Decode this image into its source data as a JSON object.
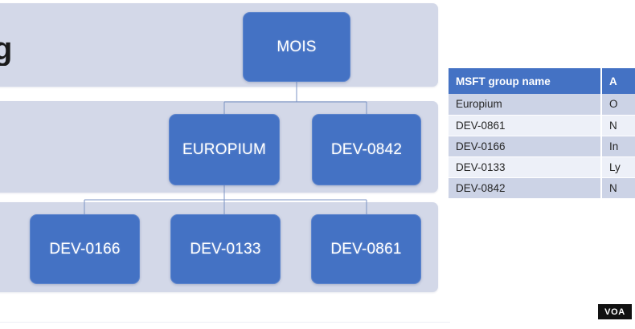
{
  "slide": {
    "partial_text_fragment": "g",
    "bands": [
      {
        "name": "tier-1-band"
      },
      {
        "name": "tier-2-band"
      },
      {
        "name": "tier-3-band"
      }
    ]
  },
  "org_chart": {
    "nodes": [
      {
        "id": "mois",
        "label": "MOIS",
        "tier": 1
      },
      {
        "id": "europium",
        "label": "EUROPIUM",
        "tier": 2
      },
      {
        "id": "dev0842",
        "label": "DEV-0842",
        "tier": 2
      },
      {
        "id": "dev0166",
        "label": "DEV-0166",
        "tier": 3
      },
      {
        "id": "dev0133",
        "label": "DEV-0133",
        "tier": 3
      },
      {
        "id": "dev0861",
        "label": "DEV-0861",
        "tier": 3
      }
    ],
    "edges": [
      {
        "from": "mois",
        "to": "europium"
      },
      {
        "from": "mois",
        "to": "dev0842"
      },
      {
        "from": "europium",
        "to": "dev0166"
      },
      {
        "from": "europium",
        "to": "dev0133"
      },
      {
        "from": "europium",
        "to": "dev0861"
      }
    ],
    "node_color": "#4472c4",
    "band_color": "#d3d8e8",
    "connector_color": "#7b93c4"
  },
  "table": {
    "columns": [
      "MSFT group name",
      "A"
    ],
    "rows": [
      {
        "group": "Europium",
        "alias": "O"
      },
      {
        "group": "DEV-0861",
        "alias": "N"
      },
      {
        "group": "DEV-0166",
        "alias": "In"
      },
      {
        "group": "DEV-0133",
        "alias": "Ly"
      },
      {
        "group": "DEV-0842",
        "alias": "N"
      }
    ],
    "header_color": "#4472c4",
    "row_color_a": "#ccd3e6",
    "row_color_b": "#edf0f8"
  },
  "watermark": {
    "label": "VOA"
  }
}
